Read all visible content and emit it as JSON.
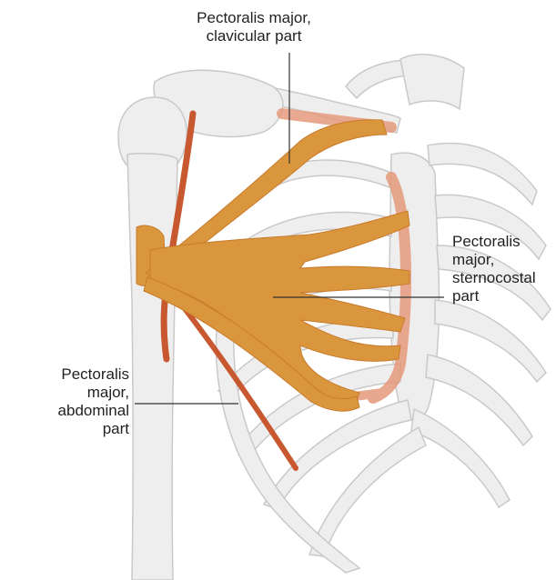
{
  "labels": {
    "clavicular": [
      "Pectoralis major,",
      "clavicular part"
    ],
    "sternocostal": [
      "Pectoralis",
      "major,",
      "sternocostal",
      "part"
    ],
    "abdominal": [
      "Pectoralis",
      "major,",
      "abdominal",
      "part"
    ]
  },
  "colors": {
    "background": "#ffffff",
    "bone_fill": "#eeeeee",
    "bone_stroke": "#c9c9c9",
    "muscle": "#d9963d",
    "muscle_dark": "#c97a2a",
    "tendon_red": "#c8582f",
    "origin_pink": "#e59a7c",
    "leader_line": "#333333",
    "text": "#222222"
  }
}
